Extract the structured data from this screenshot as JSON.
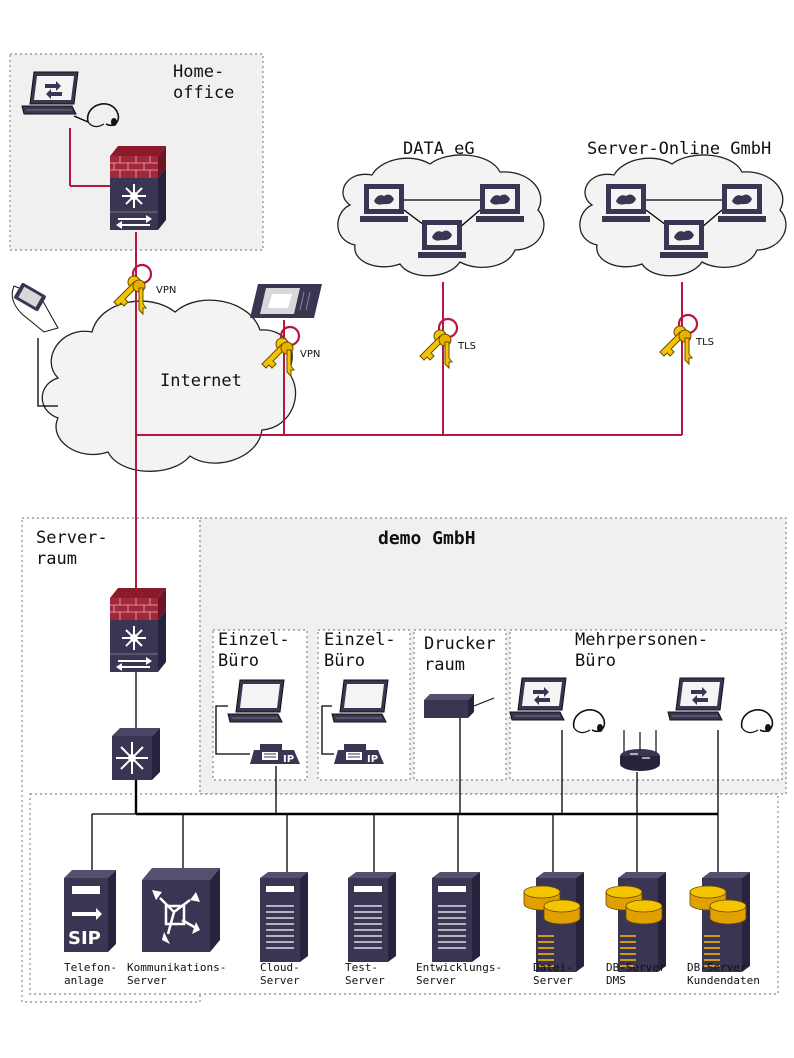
{
  "zones": {
    "homeoffice": [
      "Home-",
      "office"
    ],
    "company": "demo GmbH",
    "serverraum": [
      "Server-",
      "raum"
    ],
    "einzelbuero1": [
      "Einzel-",
      "Büro"
    ],
    "einzelbuero2": [
      "Einzel-",
      "Büro"
    ],
    "druckerraum": [
      "Drucker",
      "raum"
    ],
    "mehrpersonen": [
      "Mehrpersonen-",
      "Büro"
    ]
  },
  "clouds": {
    "data_eg": "DATA eG",
    "server_online": "Server-Online GmbH",
    "internet": "Internet"
  },
  "keys": {
    "homeoffice": "VPN",
    "tablet": "VPN",
    "data_eg": "TLS",
    "server_online": "TLS"
  },
  "servers": [
    [
      "Telefon-",
      "anlage"
    ],
    [
      "Kommunikations-",
      "Server"
    ],
    [
      "Cloud-",
      "Server"
    ],
    [
      "Test-",
      "Server"
    ],
    [
      "Entwicklungs-",
      "Server"
    ],
    [
      "Datei-",
      "Server"
    ],
    [
      "DB-Server",
      "DMS"
    ],
    [
      "DB-Server",
      "Kundendaten"
    ]
  ],
  "colors": {
    "line_accent": "#b5173f",
    "device": "#3b3554",
    "database": "#f5b400",
    "zone_fill": "#f0f0f0"
  },
  "icons": [
    "laptop-icon",
    "headset-icon",
    "firewall-icon",
    "switch-icon",
    "key-icon",
    "tablet-icon",
    "pda-icon",
    "ip-phone-icon",
    "printer-icon",
    "wifi-router-icon",
    "server-tower-icon",
    "database-server-icon",
    "sip-pbx-icon",
    "communication-server-icon"
  ]
}
